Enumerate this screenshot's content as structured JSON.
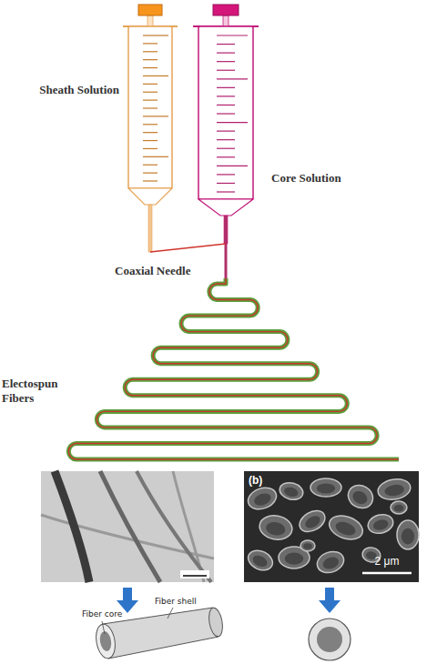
{
  "diagram": {
    "nodes": [
      {
        "text": [
          "Sheath Solution"
        ]
      },
      {
        "text": [
          "Core Solution"
        ]
      },
      {
        "text": [
          "(b)",
          "2 μm"
        ]
      }
    ],
    "edges": [
      {
        "from": 0,
        "to": 1,
        "arrow": "none"
      }
    ],
    "labels": [
      "Coaxial Needle",
      "Electospun Fibers",
      "Fiber core",
      "Fiber shell"
    ]
  }
}
